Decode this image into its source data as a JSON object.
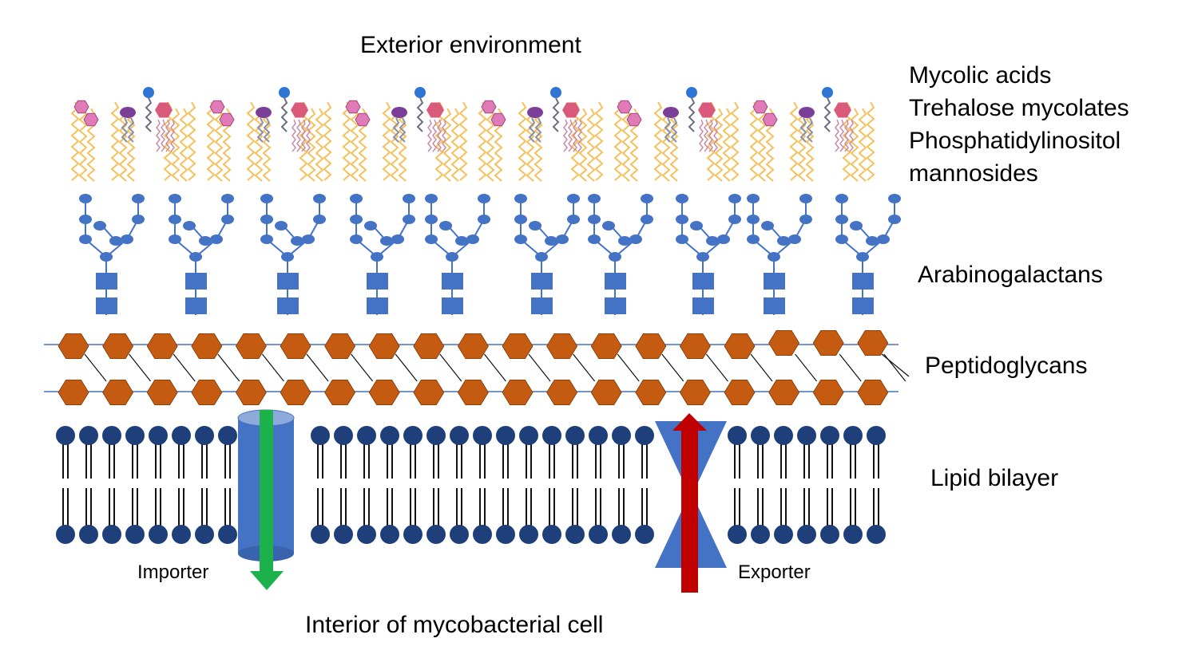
{
  "labels": {
    "exterior": "Exterior environment",
    "interior": "Interior of mycobacterial cell",
    "mycolic_lines": [
      "Mycolic acids",
      "Trehalose mycolates",
      "Phosphatidylinositol",
      "mannosides"
    ],
    "arabinogalactans": "Arabinogalactans",
    "peptidoglycans": "Peptidoglycans",
    "lipid_bilayer": "Lipid bilayer",
    "importer": "Importer",
    "exporter": "Exporter"
  },
  "colors": {
    "lipid_tail": "#f5c15c",
    "trehalose": "#e07ab8",
    "pim_head": "#d95a7a",
    "pim_tail": "#c98aa8",
    "purple_lipid": "#7b3f98",
    "arabino_blue": "#4472c4",
    "peptidoglycan": "#c55a11",
    "bilayer_head": "#1f3f7a",
    "importer_channel": "#4472c4",
    "importer_arrow": "#1db14b",
    "exporter_arrow": "#c00000"
  },
  "icons": {
    "importer_arrow": "arrow-down-icon",
    "exporter_arrow": "arrow-up-icon"
  },
  "counts": {
    "mycolic_units": 6,
    "arabinogalactan_units": 10,
    "peptidoglycan_per_row": 19
  }
}
